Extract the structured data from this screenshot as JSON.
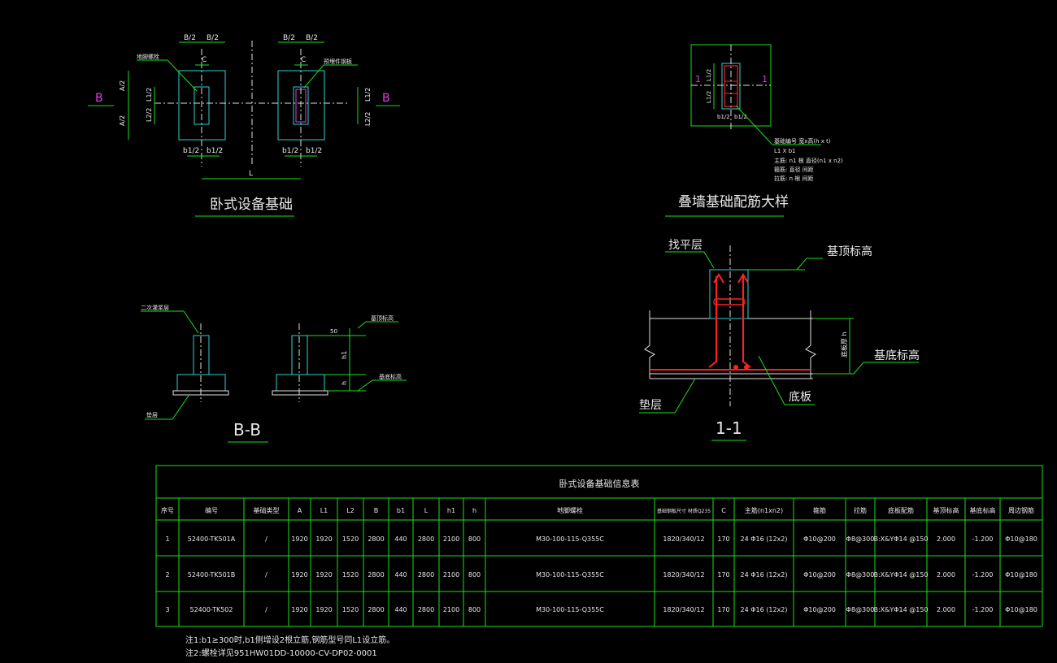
{
  "views": {
    "plan": {
      "title": "卧式设备基础",
      "section_mark": "B",
      "dims": {
        "b2": "B/2",
        "c": "C",
        "a2": "A/2",
        "l12": "L1/2",
        "l22": "L2/2",
        "bb2": "b1/2",
        "l": "L"
      },
      "notes": {
        "left": "地脚螺栓",
        "right": "预埋件钢板"
      }
    },
    "detail": {
      "title": "叠墙基础配筋大样",
      "section_mark": "1",
      "dims": {
        "l12": "L1/2",
        "b12": "b1/2"
      },
      "callouts": [
        "基础编号 宽x高(h x t)",
        "L1 X b1",
        "主筋: n1 根 直径(n1 x n2)",
        "箍筋: 直径 间距",
        "拉筋: n 根 间距"
      ]
    },
    "section_bb": {
      "title": "B-B",
      "labels": {
        "grout": "二次灌浆层",
        "top": "基顶标高",
        "bottom": "基底标高",
        "cushion": "垫层",
        "fifty": "50",
        "h1": "h1",
        "h": "h"
      }
    },
    "section_11": {
      "title": "1-1",
      "labels": {
        "leveling": "找平层",
        "top_elev": "基顶标高",
        "bottom_elev": "基底标高",
        "cushion": "垫层",
        "slab": "底板",
        "slab_thk": "底板厚 h"
      }
    }
  },
  "table": {
    "title": "卧式设备基础信息表",
    "headers": [
      "序号",
      "编号",
      "基础类型",
      "A",
      "L1",
      "L2",
      "B",
      "b1",
      "L",
      "h1",
      "h",
      "地脚螺栓",
      "基础钢板尺寸 材质Q235",
      "C",
      "主筋(n1xn2)",
      "箍筋",
      "拉筋",
      "底板配筋",
      "基顶标高",
      "基底标高",
      "周边钢筋"
    ],
    "rows": [
      [
        "1",
        "52400-TK501A",
        "/",
        "1920",
        "1920",
        "1520",
        "2800",
        "440",
        "2800",
        "2100",
        "800",
        "M30-100-115-Q355C",
        "1820/340/12",
        "170",
        "24 Φ16 (12x2)",
        "Φ10@200",
        "Φ8@300",
        "B:X&YΦ14 @150",
        "2.000",
        "-1.200",
        "Φ10@180"
      ],
      [
        "2",
        "52400-TK501B",
        "/",
        "1920",
        "1920",
        "1520",
        "2800",
        "440",
        "2800",
        "2100",
        "800",
        "M30-100-115-Q355C",
        "1820/340/12",
        "170",
        "24 Φ16 (12x2)",
        "Φ10@200",
        "Φ8@300",
        "B:X&YΦ14 @150",
        "2.000",
        "-1.200",
        "Φ10@180"
      ],
      [
        "3",
        "52400-TK502",
        "/",
        "1920",
        "1920",
        "1520",
        "2800",
        "440",
        "2800",
        "2100",
        "800",
        "M30-100-115-Q355C",
        "1820/340/12",
        "170",
        "24 Φ16 (12x2)",
        "Φ10@200",
        "Φ8@300",
        "B:X&YΦ14 @150",
        "2.000",
        "-1.200",
        "Φ10@180"
      ]
    ]
  },
  "notes": [
    "注1:b1≥300时,b1侧增设2根立筋,钢筋型号同L1设立筋。",
    "注2:螺栓详见951HW01DD-10000-CV-DP02-0001"
  ],
  "colors": {
    "background": "#000000",
    "line": "#18e018",
    "outline": "#30d0d0",
    "rebar": "#ff2020",
    "mark": "#e040e0",
    "text": "#e8e8e8"
  }
}
